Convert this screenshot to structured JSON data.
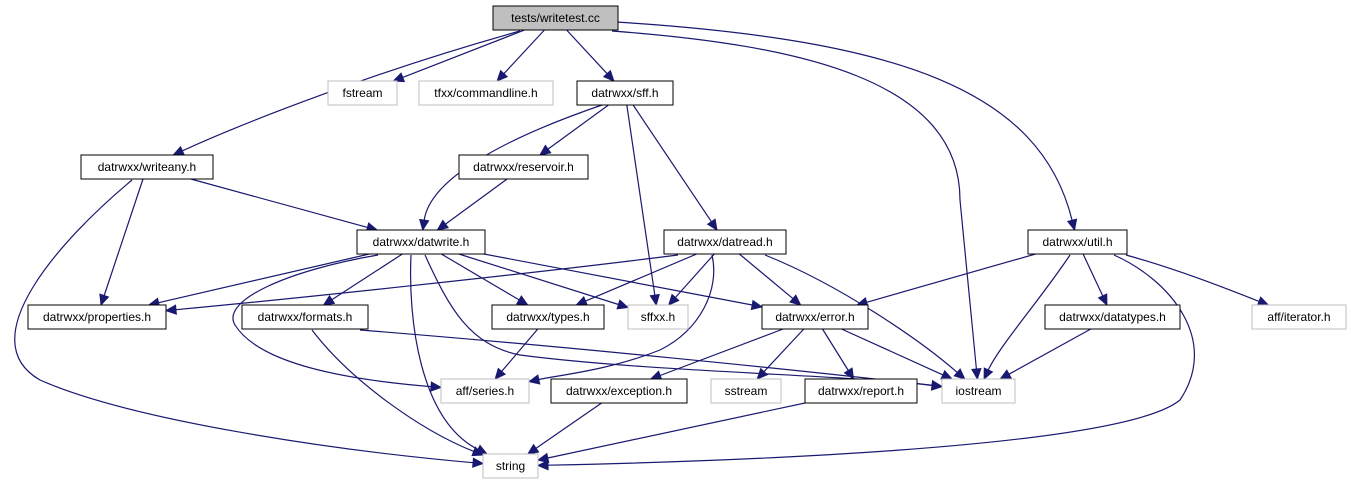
{
  "graph": {
    "title": "",
    "colors": {
      "edge": "#191970",
      "root_fill": "#bfbfbf",
      "node_border": "#000000",
      "external_border": "#bfbfbf",
      "background": "#ffffff"
    },
    "nodes": [
      {
        "id": "writetest",
        "label": "tests/writetest.cc",
        "kind": "root"
      },
      {
        "id": "fstream",
        "label": "fstream",
        "kind": "external"
      },
      {
        "id": "commandline",
        "label": "tfxx/commandline.h",
        "kind": "external"
      },
      {
        "id": "sff",
        "label": "datrwxx/sff.h",
        "kind": "local"
      },
      {
        "id": "writeany",
        "label": "datrwxx/writeany.h",
        "kind": "local"
      },
      {
        "id": "reservoir",
        "label": "datrwxx/reservoir.h",
        "kind": "local"
      },
      {
        "id": "datwrite",
        "label": "datrwxx/datwrite.h",
        "kind": "local"
      },
      {
        "id": "datread",
        "label": "datrwxx/datread.h",
        "kind": "local"
      },
      {
        "id": "util",
        "label": "datrwxx/util.h",
        "kind": "local"
      },
      {
        "id": "properties",
        "label": "datrwxx/properties.h",
        "kind": "local"
      },
      {
        "id": "formats",
        "label": "datrwxx/formats.h",
        "kind": "local"
      },
      {
        "id": "types",
        "label": "datrwxx/types.h",
        "kind": "local"
      },
      {
        "id": "sffxx",
        "label": "sffxx.h",
        "kind": "external"
      },
      {
        "id": "error",
        "label": "datrwxx/error.h",
        "kind": "local"
      },
      {
        "id": "datatypes",
        "label": "datrwxx/datatypes.h",
        "kind": "local"
      },
      {
        "id": "iterator",
        "label": "aff/iterator.h",
        "kind": "external"
      },
      {
        "id": "series",
        "label": "aff/series.h",
        "kind": "external"
      },
      {
        "id": "exception",
        "label": "datrwxx/exception.h",
        "kind": "local"
      },
      {
        "id": "sstream",
        "label": "sstream",
        "kind": "external"
      },
      {
        "id": "report",
        "label": "datrwxx/report.h",
        "kind": "local"
      },
      {
        "id": "iostream",
        "label": "iostream",
        "kind": "external"
      },
      {
        "id": "string",
        "label": "string",
        "kind": "external"
      }
    ],
    "edges": [
      [
        "writetest",
        "fstream"
      ],
      [
        "writetest",
        "commandline"
      ],
      [
        "writetest",
        "sff"
      ],
      [
        "writetest",
        "writeany"
      ],
      [
        "writetest",
        "iostream"
      ],
      [
        "writetest",
        "util"
      ],
      [
        "sff",
        "reservoir"
      ],
      [
        "sff",
        "datwrite"
      ],
      [
        "sff",
        "sffxx"
      ],
      [
        "sff",
        "datread"
      ],
      [
        "writeany",
        "datwrite"
      ],
      [
        "writeany",
        "properties"
      ],
      [
        "writeany",
        "string"
      ],
      [
        "reservoir",
        "datwrite"
      ],
      [
        "datwrite",
        "properties"
      ],
      [
        "datwrite",
        "formats"
      ],
      [
        "datwrite",
        "types"
      ],
      [
        "datwrite",
        "sffxx"
      ],
      [
        "datwrite",
        "error"
      ],
      [
        "datwrite",
        "series"
      ],
      [
        "datwrite",
        "string"
      ],
      [
        "datwrite",
        "iostream"
      ],
      [
        "datread",
        "properties"
      ],
      [
        "datread",
        "types"
      ],
      [
        "datread",
        "sffxx"
      ],
      [
        "datread",
        "error"
      ],
      [
        "datread",
        "series"
      ],
      [
        "datread",
        "iostream"
      ],
      [
        "util",
        "error"
      ],
      [
        "util",
        "datatypes"
      ],
      [
        "util",
        "iterator"
      ],
      [
        "util",
        "iostream"
      ],
      [
        "util",
        "string"
      ],
      [
        "formats",
        "string"
      ],
      [
        "formats",
        "iostream"
      ],
      [
        "types",
        "series"
      ],
      [
        "error",
        "exception"
      ],
      [
        "error",
        "sstream"
      ],
      [
        "error",
        "report"
      ],
      [
        "error",
        "iostream"
      ],
      [
        "datatypes",
        "iostream"
      ],
      [
        "exception",
        "string"
      ],
      [
        "report",
        "string"
      ]
    ]
  }
}
